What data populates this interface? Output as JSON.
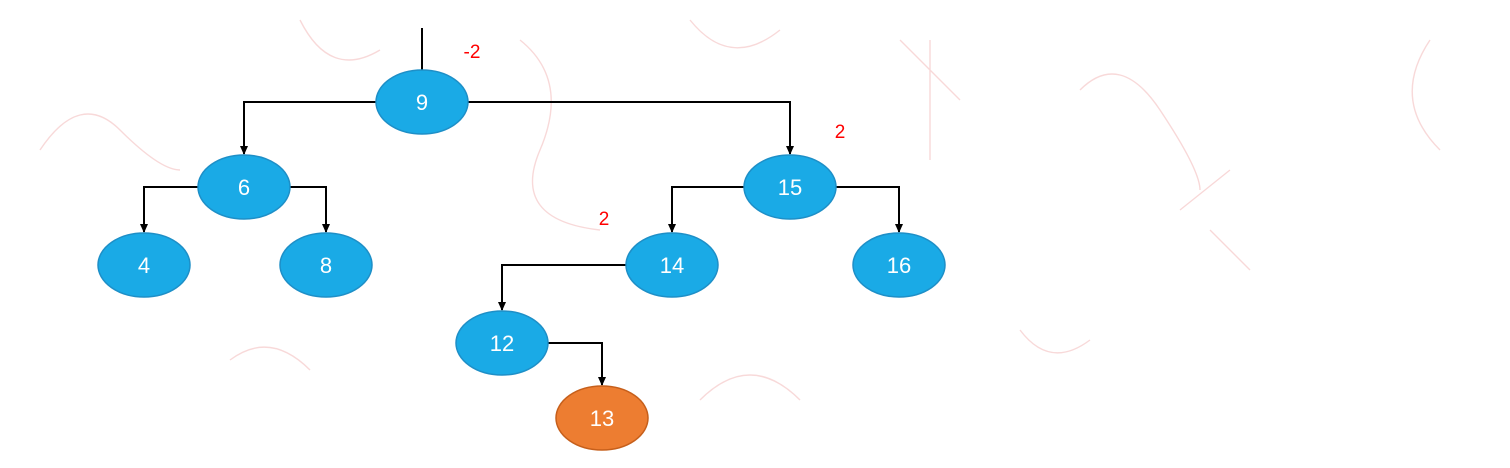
{
  "colors": {
    "node_fill": "#1aaae6",
    "node_stroke": "#1e8fc7",
    "highlight_fill": "#ed7d31",
    "highlight_stroke": "#c65f1b",
    "node_text": "#ffffff",
    "edge": "#000000",
    "balance_text": "#ff0000"
  },
  "tree": {
    "nodes": [
      {
        "id": "n9",
        "label": "9"
      },
      {
        "id": "n6",
        "label": "6"
      },
      {
        "id": "n15",
        "label": "15"
      },
      {
        "id": "n4",
        "label": "4"
      },
      {
        "id": "n8",
        "label": "8"
      },
      {
        "id": "n14",
        "label": "14"
      },
      {
        "id": "n16",
        "label": "16"
      },
      {
        "id": "n12",
        "label": "12"
      },
      {
        "id": "n13",
        "label": "13",
        "highlighted": true
      }
    ],
    "edges": [
      {
        "from": "n9",
        "to": "n6"
      },
      {
        "from": "n9",
        "to": "n15"
      },
      {
        "from": "n6",
        "to": "n4"
      },
      {
        "from": "n6",
        "to": "n8"
      },
      {
        "from": "n15",
        "to": "n14"
      },
      {
        "from": "n15",
        "to": "n16"
      },
      {
        "from": "n14",
        "to": "n12"
      },
      {
        "from": "n12",
        "to": "n13"
      }
    ],
    "balance_factors": [
      {
        "node": "n9",
        "label": "-2"
      },
      {
        "node": "n15",
        "label": "2"
      },
      {
        "node": "n14",
        "label": "2"
      }
    ]
  }
}
